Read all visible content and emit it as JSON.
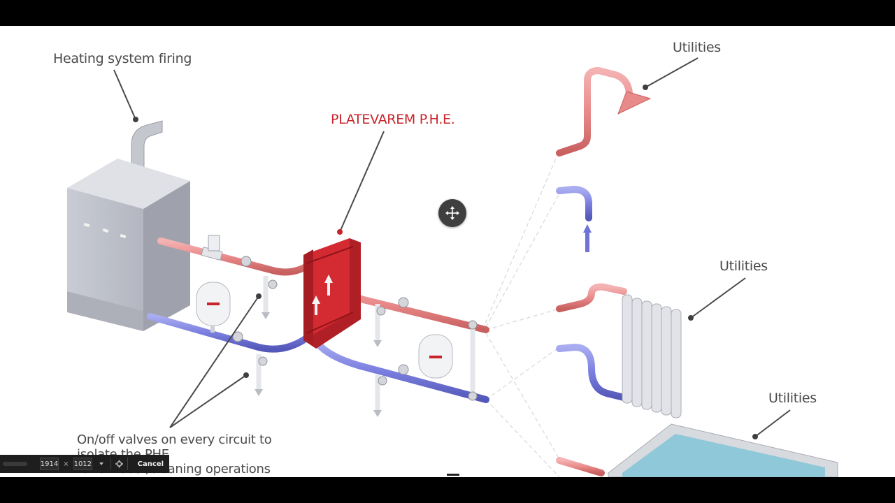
{
  "labels": {
    "heating": "Heating system firing",
    "phe": "PLATEVAREM P.H.E.",
    "utilities_1": "Utilities",
    "utilities_2": "Utilities",
    "utilities_3": "Utilities",
    "valves_note_line1": "On/off valves on every circuit to",
    "valves_note_line2": "isolate the PHE",
    "valves_note_line3": "for exhaust/cleaning operations"
  },
  "toolbar": {
    "width_value": "1914",
    "times_symbol": "×",
    "height_value": "1012",
    "cancel_label": "Cancel"
  },
  "icons": {
    "move": "move-arrows-icon",
    "settings": "gear-icon"
  },
  "colors": {
    "hot_pipe": "#e98a8a",
    "cold_pipe": "#7b7fe0",
    "phe_red": "#c8242b",
    "label_text": "#4a4a4a",
    "water": "#8fc8d8"
  }
}
